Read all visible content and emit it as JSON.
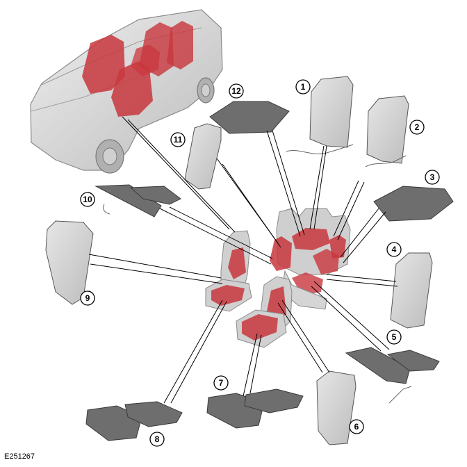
{
  "figure": {
    "reference_code": "E251267",
    "callouts": [
      "1",
      "2",
      "3",
      "4",
      "5",
      "6",
      "7",
      "8",
      "9",
      "10",
      "11",
      "12"
    ]
  },
  "colors": {
    "heated_highlight": "#c8373d",
    "pad_light": "#d3d3d3",
    "mat_dark": "#6e6e6e",
    "vehicle_body": "#d9d9d9"
  }
}
